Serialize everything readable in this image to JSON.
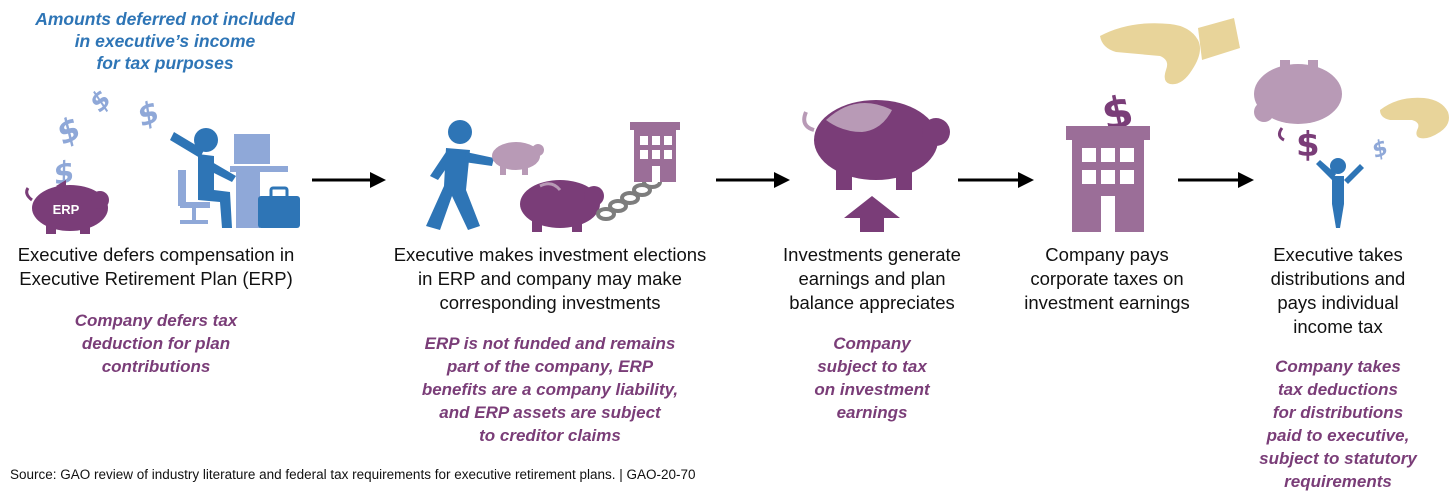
{
  "top_note": {
    "line1": "Amounts deferred not included",
    "line2": "in executive’s income",
    "line3": "for tax purposes"
  },
  "piggy_label": "ERP",
  "steps": [
    {
      "title": [
        "Executive defers compensation in",
        "Executive Retirement Plan (ERP)"
      ],
      "note": [
        "Company defers tax",
        "deduction for plan",
        "contributions"
      ]
    },
    {
      "title": [
        "Executive makes investment elections",
        "in ERP and company may make",
        "corresponding investments"
      ],
      "note": [
        "ERP is not funded and remains",
        "part of the company, ERP",
        "benefits are a company liability,",
        "and ERP assets are subject",
        "to creditor claims"
      ]
    },
    {
      "title": [
        "Investments generate",
        "earnings and plan",
        "balance appreciates"
      ],
      "note": [
        "Company",
        "subject to tax",
        "on investment",
        "earnings"
      ]
    },
    {
      "title": [
        "Company pays",
        "corporate taxes on",
        "investment earnings"
      ],
      "note": []
    },
    {
      "title": [
        "Executive takes",
        "distributions and",
        "pays individual",
        "income tax"
      ],
      "note": [
        "Company takes",
        "tax deductions",
        "for distributions",
        "paid to executive,",
        "subject to statutory",
        "requirements"
      ]
    }
  ],
  "source": "Source: GAO review of industry literature and federal tax requirements for executive retirement plans.  |  GAO-20-70",
  "colors": {
    "blue": "#2e75b6",
    "light_blue": "#8fa8d8",
    "purple_dark": "#7a3d78",
    "purple_mid": "#9b6e98",
    "purple_light": "#b89ab6",
    "hand": "#e8d49a",
    "arrow": "#000000"
  },
  "icons": [
    "dollar-icon",
    "piggy-bank-icon",
    "executive-at-desk-icon",
    "briefcase-icon",
    "walking-executive-icon",
    "chained-piggy-bank-icon",
    "office-building-icon",
    "up-arrow-icon",
    "hand-icon",
    "person-arms-raised-icon",
    "flow-arrow-icon"
  ]
}
